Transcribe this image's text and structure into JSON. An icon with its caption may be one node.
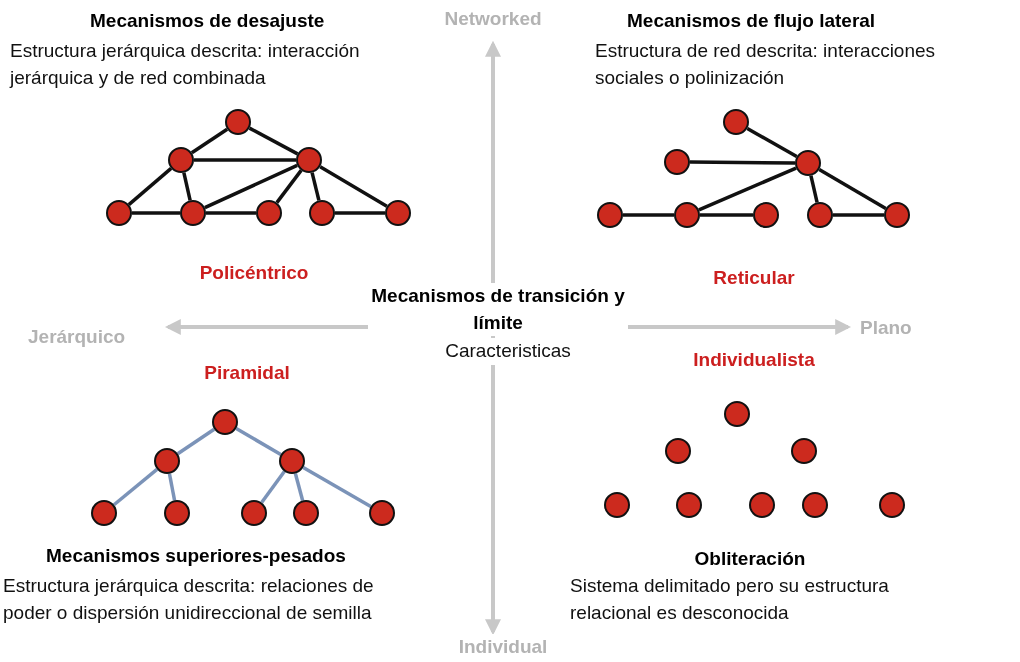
{
  "diagram": {
    "nodes": [
      {
        "text": [],
        "shape": "circle"
      },
      {
        "text": [],
        "shape": "circle"
      },
      {
        "text": [],
        "shape": "circle"
      },
      {
        "text": [],
        "shape": "circle"
      },
      {
        "text": [],
        "shape": "circle"
      },
      {
        "text": [],
        "shape": "circle"
      },
      {
        "text": [],
        "shape": "circle"
      },
      {
        "text": [],
        "shape": "circle"
      },
      {
        "text": [],
        "shape": "circle"
      },
      {
        "text": [],
        "shape": "circle"
      },
      {
        "text": [],
        "shape": "circle"
      },
      {
        "text": [],
        "shape": "circle"
      },
      {
        "text": [],
        "shape": "circle"
      },
      {
        "text": [],
        "shape": "circle"
      },
      {
        "text": [],
        "shape": "circle"
      },
      {
        "text": [],
        "shape": "circle"
      },
      {
        "text": [],
        "shape": "circle"
      },
      {
        "text": [],
        "shape": "circle"
      },
      {
        "text": [],
        "shape": "circle"
      },
      {
        "text": [],
        "shape": "circle"
      },
      {
        "text": [],
        "shape": "circle"
      },
      {
        "text": [],
        "shape": "circle"
      },
      {
        "text": [],
        "shape": "circle"
      },
      {
        "text": [],
        "shape": "circle"
      },
      {
        "text": [],
        "shape": "circle"
      },
      {
        "text": [],
        "shape": "circle"
      },
      {
        "text": [],
        "shape": "circle"
      },
      {
        "text": [],
        "shape": "circle"
      },
      {
        "text": [],
        "shape": "circle"
      },
      {
        "text": [],
        "shape": "circle"
      },
      {
        "text": [],
        "shape": "circle"
      },
      {
        "text": [],
        "shape": "circle"
      }
    ],
    "edges": [
      {
        "from": 0,
        "to": 1,
        "arrow": "none"
      },
      {
        "from": 0,
        "to": 2,
        "arrow": "none"
      },
      {
        "from": 1,
        "to": 2,
        "arrow": "none"
      },
      {
        "from": 1,
        "to": 3,
        "arrow": "none"
      },
      {
        "from": 1,
        "to": 4,
        "arrow": "none"
      },
      {
        "from": 2,
        "to": 4,
        "arrow": "none"
      },
      {
        "from": 2,
        "to": 5,
        "arrow": "none"
      },
      {
        "from": 2,
        "to": 6,
        "arrow": "none"
      },
      {
        "from": 2,
        "to": 7,
        "arrow": "none"
      },
      {
        "from": 3,
        "to": 4,
        "arrow": "none"
      },
      {
        "from": 4,
        "to": 5,
        "arrow": "none"
      },
      {
        "from": 6,
        "to": 7,
        "arrow": "none"
      },
      {
        "from": 8,
        "to": 10,
        "arrow": "none"
      },
      {
        "from": 9,
        "to": 10,
        "arrow": "none"
      },
      {
        "from": 10,
        "to": 12,
        "arrow": "none"
      },
      {
        "from": 10,
        "to": 14,
        "arrow": "none"
      },
      {
        "from": 10,
        "to": 15,
        "arrow": "none"
      },
      {
        "from": 11,
        "to": 12,
        "arrow": "none"
      },
      {
        "from": 12,
        "to": 13,
        "arrow": "none"
      },
      {
        "from": 14,
        "to": 15,
        "arrow": "none"
      },
      {
        "from": 16,
        "to": 17,
        "arrow": "none",
        "color": "#7b93b8"
      },
      {
        "from": 16,
        "to": 18,
        "arrow": "none",
        "color": "#7b93b8"
      },
      {
        "from": 17,
        "to": 19,
        "arrow": "none",
        "color": "#7b93b8"
      },
      {
        "from": 17,
        "to": 20,
        "arrow": "none",
        "color": "#7b93b8"
      },
      {
        "from": 18,
        "to": 21,
        "arrow": "none",
        "color": "#7b93b8"
      },
      {
        "from": 18,
        "to": 22,
        "arrow": "none",
        "color": "#7b93b8"
      },
      {
        "from": 18,
        "to": 23,
        "arrow": "none",
        "color": "#7b93b8"
      }
    ],
    "labels": [
      "Mecanismos de desajuste",
      "Estructura jerárquica descrita: interacción jerárquica y de red combinada",
      "Networked",
      "Mecanismos de flujo lateral",
      "Estructura de red descrita: interacciones sociales o polinización",
      "Policéntrico",
      "Reticular",
      "Mecanismos de transición y límite",
      "Jerárquico",
      "Plano",
      "Caracteristicas",
      "Piramidal",
      "Individualista",
      "Mecanismos superiores-pesados",
      "Estructura jerárquica descrita: relaciones de poder o dispersión unidireccional de semilla",
      "Obliteración",
      "Sistema delimitado pero su estructura relacional es desconocida",
      "Individual"
    ]
  }
}
